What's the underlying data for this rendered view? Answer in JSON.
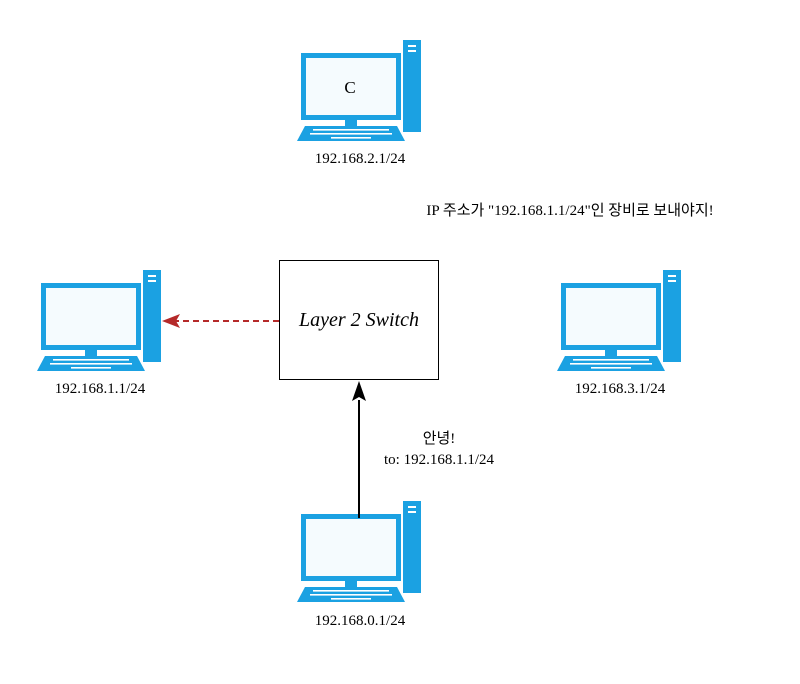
{
  "switch": {
    "label": "Layer 2 Switch"
  },
  "computers": {
    "c": {
      "screen_text": "C",
      "ip": "192.168.2.1/24"
    },
    "left": {
      "ip": "192.168.1.1/24"
    },
    "right": {
      "ip": "192.168.3.1/24"
    },
    "bottom": {
      "ip": "192.168.0.1/24"
    }
  },
  "messages": {
    "thought": "IP 주소가 \"192.168.1.1/24\"인 장비로 보내야지!",
    "packet_line1": "안녕!",
    "packet_line2": "to: 192.168.1.1/24"
  },
  "colors": {
    "computer": "#1ba1e2",
    "screen": "#f5fbfe",
    "dashed_arrow": "#b52a2a",
    "solid_arrow": "#000000"
  },
  "icons": {
    "computer": "desktop-computer-icon"
  }
}
